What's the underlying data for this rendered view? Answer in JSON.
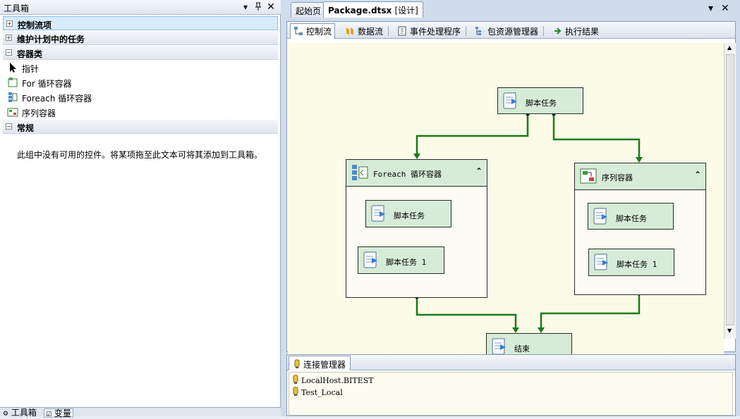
{
  "toolbox": {
    "title": "工具箱",
    "categories": [
      {
        "label": "控制流项",
        "expanded": false,
        "selected": true
      },
      {
        "label": "维护计划中的任务",
        "expanded": false,
        "selected": false
      },
      {
        "label": "容器类",
        "expanded": true,
        "selected": false
      },
      {
        "label": "常规",
        "expanded": true,
        "selected": false
      }
    ],
    "container_items": [
      {
        "label": "指针",
        "icon": "pointer-icon"
      },
      {
        "label": "For 循环容器",
        "icon": "for-loop-icon"
      },
      {
        "label": "Foreach 循环容器",
        "icon": "foreach-loop-icon"
      },
      {
        "label": "序列容器",
        "icon": "sequence-container-icon"
      }
    ],
    "general_empty_text": "此组中没有可用的控件。将某项拖至此文本可将其添加到工具箱。",
    "bottom_tabs": [
      "工具箱",
      "变量"
    ]
  },
  "document": {
    "tabs": [
      {
        "label": "起始页"
      },
      {
        "label": "Package.dtsx",
        "suffix": "[设计]"
      }
    ],
    "designer_tabs": [
      {
        "label": "控制流",
        "icon": "control-flow-icon"
      },
      {
        "label": "数据流",
        "icon": "data-flow-icon"
      },
      {
        "label": "事件处理程序",
        "icon": "event-handler-icon"
      },
      {
        "label": "包资源管理器",
        "icon": "package-explorer-icon"
      },
      {
        "label": "执行结果",
        "icon": "execution-results-icon"
      }
    ]
  },
  "canvas": {
    "top_task": "脚本任务",
    "foreach_container": {
      "title": "Foreach 循环容器",
      "tasks": [
        "脚本任务",
        "脚本任务 1"
      ]
    },
    "sequence_container": {
      "title": "序列容器",
      "tasks": [
        "脚本任务",
        "脚本任务 1"
      ]
    },
    "end_task": "结束",
    "colors": {
      "canvas": "#fcfbe8",
      "task_fill": "#d6ecd6",
      "arrow": "#1a7a1a"
    }
  },
  "connections": {
    "tab_label": "连接管理器",
    "items": [
      "LocalHost.BITEST",
      "Test_Local"
    ]
  }
}
